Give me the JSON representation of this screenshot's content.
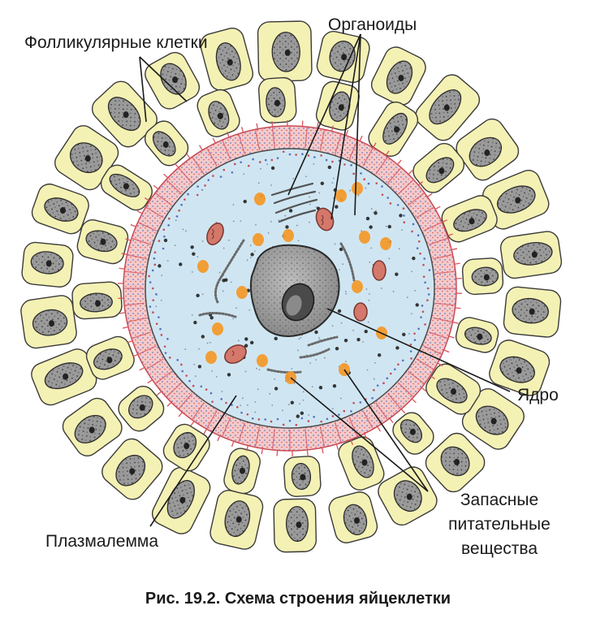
{
  "labels": {
    "follicular_cells": "Фолликулярные клетки",
    "organoids": "Органоиды",
    "nucleus": "Ядро",
    "reserve_line1": "Запасные",
    "reserve_line2": "питательные",
    "reserve_line3": "вещества",
    "plasmalemma": "Плазмалемма"
  },
  "caption": "Рис. 19.2. Схема строения яйцеклетки",
  "colors": {
    "follicle_fill": "#f4f1b4",
    "follicle_stroke": "#3a3a3a",
    "nucleus_fill": "#9a9a9a",
    "zona_fill": "#f3c9c9",
    "zona_stripe": "#d9535a",
    "cytoplasm": "#cfe6f2",
    "yolk": "#f39a2c",
    "mitochondria": "#d3786a",
    "ink": "#1a1a1a"
  }
}
